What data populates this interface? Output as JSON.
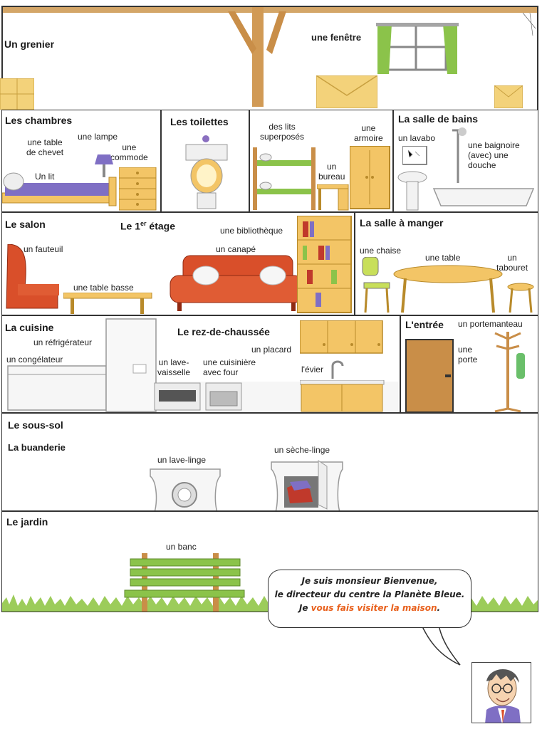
{
  "attic": {
    "title": "Un grenier",
    "window": "une fenêtre"
  },
  "bedrooms": {
    "title": "Les chambres",
    "nightstand": "une table\nde chevet",
    "lamp": "une lampe",
    "dresser": "une\ncommode",
    "bed": "Un lit",
    "bunk": "des lits\nsuperposés",
    "wardrobe": "une\narmoire",
    "desk": "un\nbureau"
  },
  "toilets": {
    "title": "Les toilettes"
  },
  "bathroom": {
    "title": "La salle de bains",
    "sink": "un lavabo",
    "tub": "une baignoire\n(avec) une\ndouche"
  },
  "living": {
    "title": "Le salon",
    "floor_title": "Le 1",
    "floor_sup": "er",
    "floor_rest": " étage",
    "armchair": "un fauteuil",
    "sofa": "un canapé",
    "bookcase": "une bibliothèque",
    "coffee_table": "une table basse"
  },
  "dining": {
    "title": "La salle à manger",
    "chair": "une chaise",
    "table": "une table",
    "stool": "un\ntabouret"
  },
  "kitchen": {
    "title": "La cuisine",
    "ground_floor": "Le rez-de-chaussée",
    "fridge": "un réfrigérateur",
    "freezer": "un congélateur",
    "cupboard": "un placard",
    "dishwasher": "un lave-\nvaisselle",
    "cooker": "une cuisinière\navec four",
    "sink": "l'évier"
  },
  "entry": {
    "title": "L'entrée",
    "coat_rack": "un portemanteau",
    "door": "une\nporte"
  },
  "basement": {
    "title": "Le sous-sol",
    "laundry": "La buanderie",
    "washer": "un lave-linge",
    "dryer": "un sèche-linge"
  },
  "garden": {
    "title": "Le jardin",
    "bench": "un banc"
  },
  "speech": {
    "line1": "Je suis monsieur Bienvenue,",
    "line2": "le directeur du centre la Planète Bleue.",
    "line3_a": "Je ",
    "line3_b": "vous fais visiter la maison",
    "line3_c": "."
  }
}
